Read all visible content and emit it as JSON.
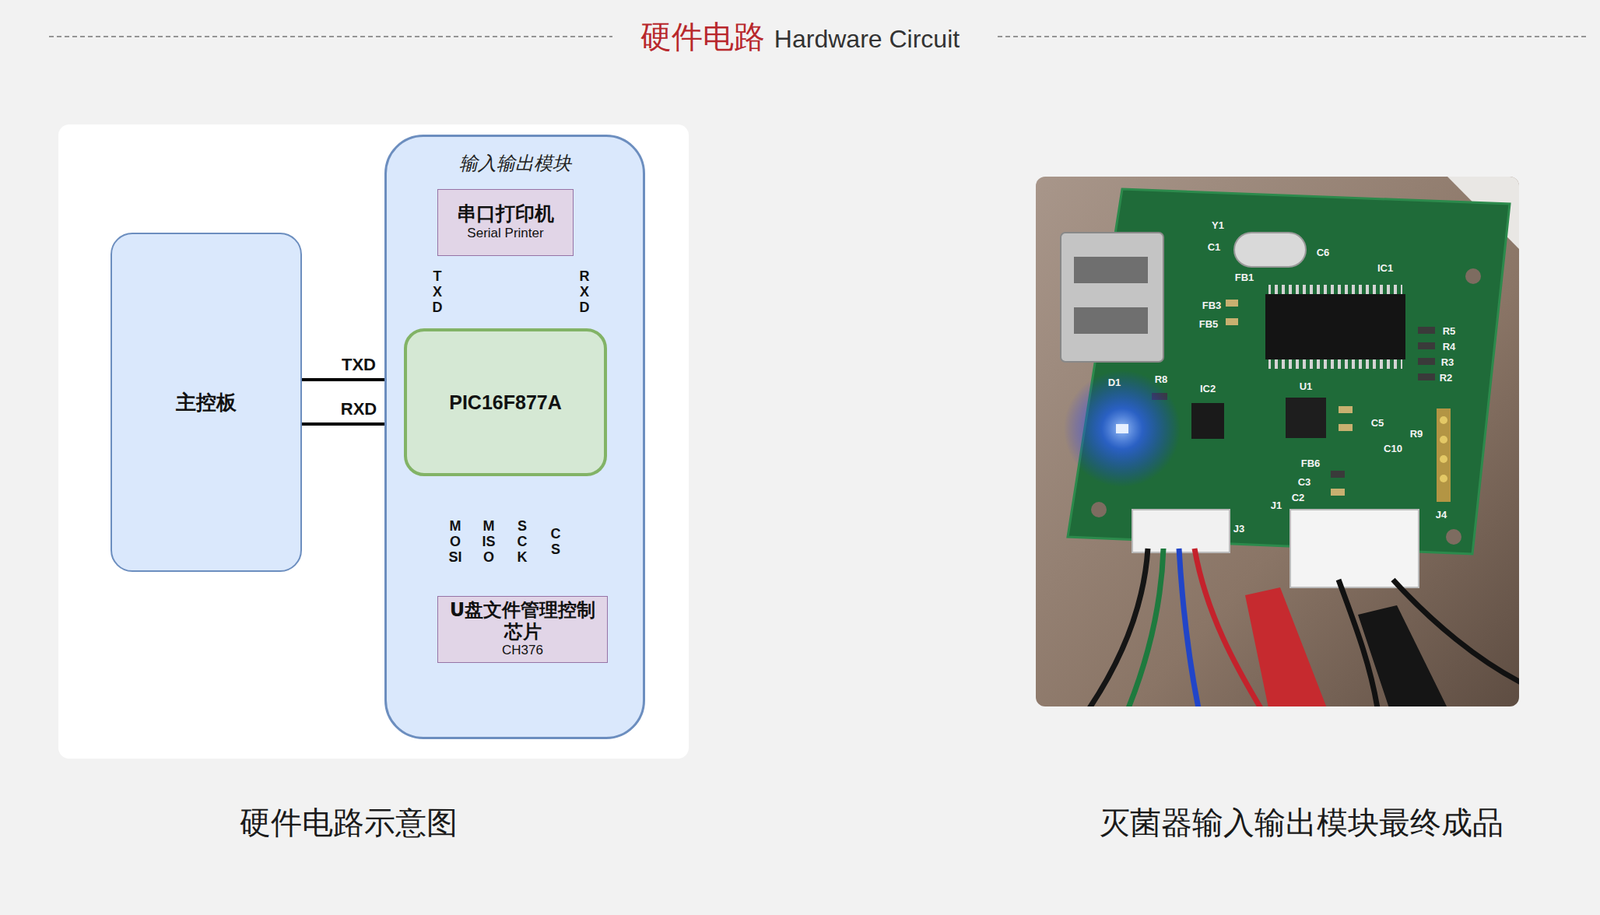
{
  "diagram": {
    "title": "硬件电路",
    "caption": "硬件电路示意图",
    "nodes": [
      {
        "text": [
          "主控板"
        ]
      },
      {
        "text": [
          "输入输出模块"
        ]
      },
      {
        "text": [
          "串口打印机",
          "Serial Printer"
        ],
        "in": 1
      },
      {
        "text": [
          "PIC16F877A"
        ],
        "in": 1
      },
      {
        "text": [
          "U盘文件管理控制芯片",
          "CH376"
        ],
        "in": 1
      }
    ],
    "edges": [
      {
        "from": 0,
        "to": 3,
        "label": "TXD",
        "arrow": "none"
      },
      {
        "from": 0,
        "to": 3,
        "label": "RXD",
        "arrow": "none"
      },
      {
        "from": 3,
        "to": 2,
        "label": "TXD",
        "arrow": "none"
      },
      {
        "from": 3,
        "to": 2,
        "label": "RXD",
        "arrow": "none"
      },
      {
        "from": 3,
        "to": 4,
        "label": "MOSI",
        "arrow": "none"
      },
      {
        "from": 3,
        "to": 4,
        "label": "MISO",
        "arrow": "none"
      },
      {
        "from": 3,
        "to": 4,
        "label": "SCK",
        "arrow": "none"
      },
      {
        "from": 3,
        "to": 4,
        "label": "CS",
        "arrow": "none"
      }
    ],
    "labels": [
      "Hardware Circuit",
      "灭菌器输入输出模块最终成品",
      "Y1",
      "C1",
      "C6",
      "IC1",
      "FB1",
      "FB3",
      "FB5",
      "R5",
      "R4",
      "R3",
      "R2",
      "D1",
      "R8",
      "IC2",
      "U1",
      "FB6",
      "C3",
      "C2",
      "C5",
      "C10",
      "R9",
      "J4",
      "J3",
      "J1"
    ]
  }
}
